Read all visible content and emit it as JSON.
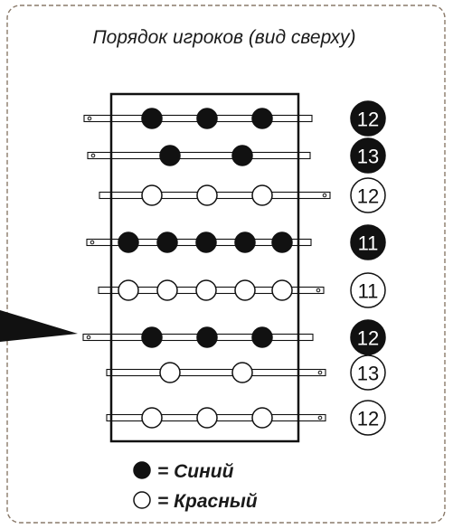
{
  "title": "Порядок игроков (вид сверху)",
  "colors": {
    "blue": "#111111",
    "red": "#ffffff",
    "outline": "#111111",
    "border": "#8a7a6a"
  },
  "rods": [
    {
      "id": "rod-1",
      "players": 3,
      "count": "12",
      "color": "blue"
    },
    {
      "id": "rod-2",
      "players": 2,
      "count": "13",
      "color": "blue"
    },
    {
      "id": "rod-3",
      "players": 3,
      "count": "12",
      "color": "red"
    },
    {
      "id": "rod-4",
      "players": 5,
      "count": "11",
      "color": "blue"
    },
    {
      "id": "rod-5",
      "players": 5,
      "count": "11",
      "color": "red"
    },
    {
      "id": "rod-6",
      "players": 3,
      "count": "12",
      "color": "blue"
    },
    {
      "id": "rod-7",
      "players": 2,
      "count": "13",
      "color": "red"
    },
    {
      "id": "rod-8",
      "players": 3,
      "count": "12",
      "color": "red"
    }
  ],
  "legend": {
    "blue_label": "= Синий",
    "red_label": "= Красный"
  }
}
